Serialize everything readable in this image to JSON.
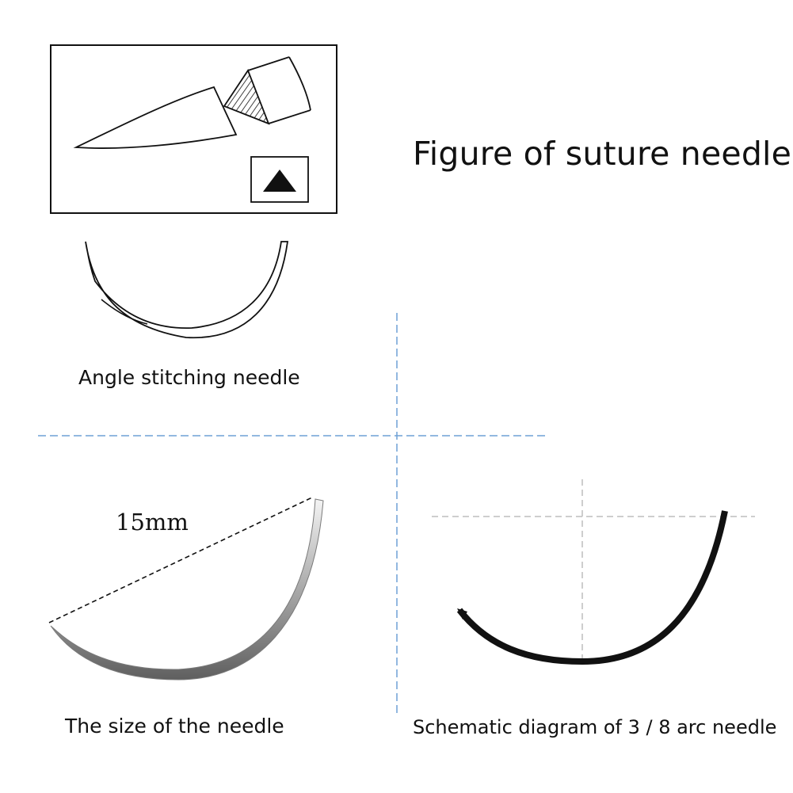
{
  "title": "Figure of suture needle",
  "captions": {
    "angle": "Angle stitching needle",
    "size": "The size of the needle",
    "schematic": "Schematic diagram of 3 / 8 arc needle"
  },
  "dimension": {
    "length_label": "15mm"
  },
  "colors": {
    "ink": "#111111",
    "guide_blue": "#6fa0d6",
    "guide_gray": "#bdbdbd",
    "metal_light": "#e6e6e6",
    "metal_dark": "#6e6e6e"
  },
  "icons": {
    "tip_symbol": "triangle-up-icon"
  }
}
